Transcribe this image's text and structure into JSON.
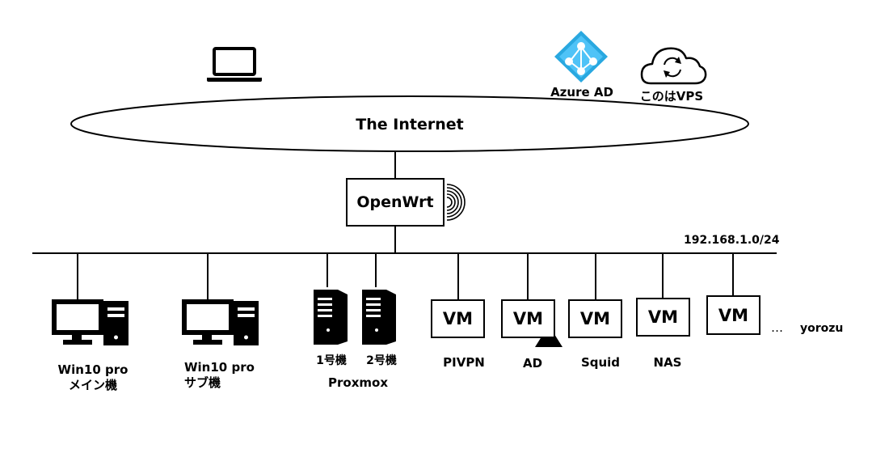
{
  "internet": {
    "label": "The Internet"
  },
  "cloud_services": {
    "azure_label": "Azure AD",
    "vps_label": "このはVPS"
  },
  "router": {
    "label": "OpenWrt"
  },
  "network": {
    "subnet": "192.168.1.0/24"
  },
  "pcs": [
    {
      "line1": "Win10 pro",
      "line2": "メイン機"
    },
    {
      "line1": "Win10 pro",
      "line2": "サブ機"
    }
  ],
  "proxmox": {
    "group_label": "Proxmox",
    "server1": "1号機",
    "server2": "2号機"
  },
  "vms": [
    {
      "box": "VM",
      "name": "PIVPN"
    },
    {
      "box": "VM",
      "name": "AD"
    },
    {
      "box": "VM",
      "name": "Squid"
    },
    {
      "box": "VM",
      "name": "NAS"
    },
    {
      "box": "VM",
      "name": ""
    }
  ],
  "more": {
    "ellipsis": "…",
    "label": "yorozu"
  },
  "icons": {
    "laptop": "laptop-icon",
    "azure": "azure-ad-icon",
    "cloud": "cloud-sync-icon",
    "wifi": "wifi-signal-icon",
    "desktop": "desktop-pc-icon",
    "server": "server-tower-icon",
    "warning": "triangle-marker-icon"
  }
}
